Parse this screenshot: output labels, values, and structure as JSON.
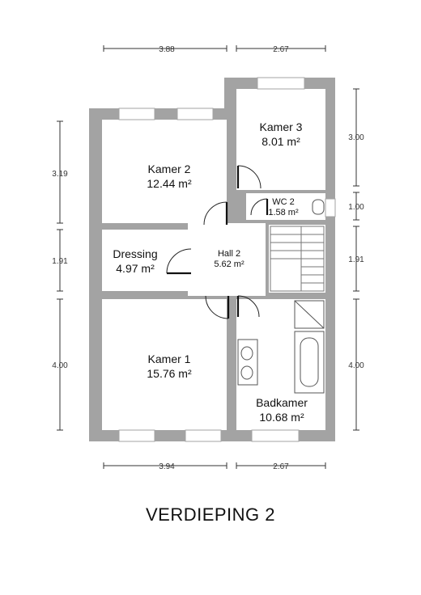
{
  "title": "VERDIEPING 2",
  "dimensions": {
    "top": [
      "3.88",
      "2.67"
    ],
    "bottom": [
      "3.94",
      "2.67"
    ],
    "left": [
      "3.19",
      "1.91",
      "4.00"
    ],
    "right": [
      "3.00",
      "1.00",
      "1.91",
      "4.00"
    ]
  },
  "rooms": [
    {
      "name": "Kamer 2",
      "area": "12.44 m²"
    },
    {
      "name": "Kamer 3",
      "area": "8.01 m²"
    },
    {
      "name": "WC 2",
      "area": "1.58 m²"
    },
    {
      "name": "Dressing",
      "area": "4.97 m²"
    },
    {
      "name": "Hall 2",
      "area": "5.62 m²"
    },
    {
      "name": "Kamer 1",
      "area": "15.76 m²"
    },
    {
      "name": "Badkamer",
      "area": "10.68 m²"
    }
  ]
}
